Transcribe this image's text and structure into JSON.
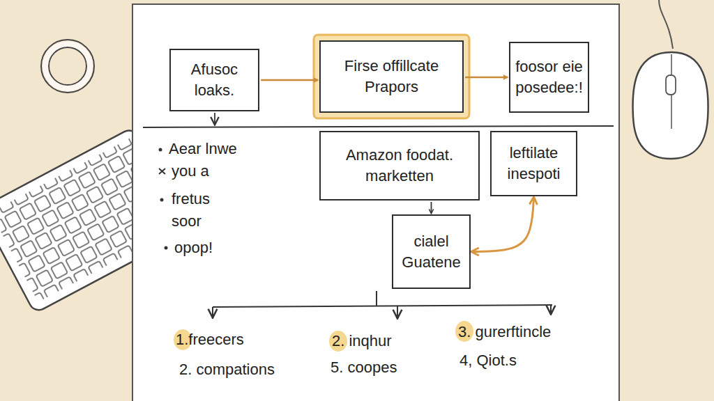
{
  "diagram": {
    "nodes": [
      {
        "text": [
          "Afusoc loaks."
        ]
      },
      {
        "text": [
          "Firse offillcate Prapors"
        ]
      },
      {
        "text": [
          "foosor eie posedee:!"
        ]
      },
      {
        "text": [
          "Amazon foodat. marketten"
        ]
      },
      {
        "text": [
          "leftilate inespoti"
        ]
      },
      {
        "text": [
          "cialel Guatene"
        ]
      }
    ],
    "edges": [
      {
        "from": 0,
        "to": 1,
        "arrow": "to"
      },
      {
        "from": 1,
        "to": 2,
        "arrow": "to"
      },
      {
        "from": 3,
        "to": 5,
        "arrow": "to"
      },
      {
        "from": 4,
        "to": 5,
        "arrow": "both"
      }
    ],
    "labels": [
      "Aear lnwe",
      "you a",
      "fretus soor",
      "opop!",
      "1.freecers",
      "2. compations",
      "2. inqhur",
      "5. coopes",
      "3. gurerftincle",
      "4, Qiot.s"
    ]
  }
}
